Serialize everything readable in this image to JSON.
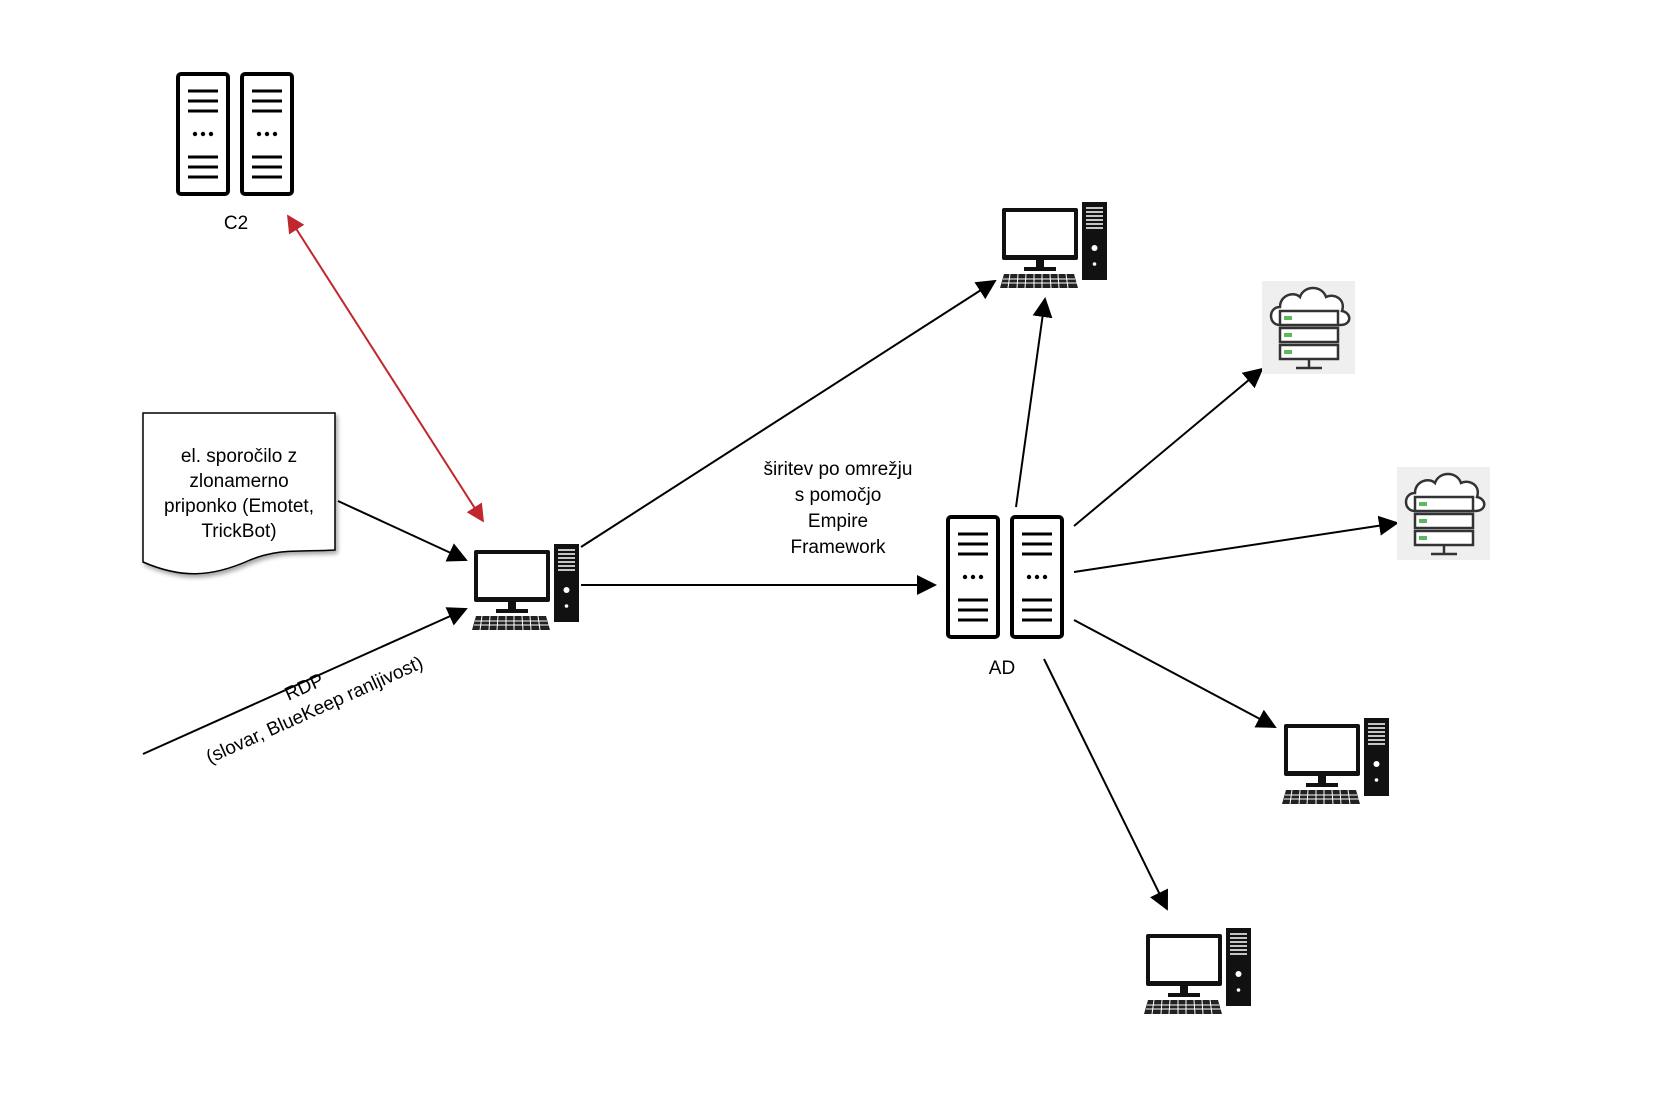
{
  "nodes": {
    "c2": {
      "label": "C2",
      "icon": "server-rack-icon"
    },
    "ad": {
      "label": "AD",
      "icon": "server-rack-icon"
    },
    "entry": {
      "icon": "desktop-computer-icon"
    },
    "top_workstation": {
      "icon": "desktop-computer-icon"
    },
    "right_workstation": {
      "icon": "desktop-computer-icon"
    },
    "bottom_workstation": {
      "icon": "desktop-computer-icon"
    },
    "cloud_server_1": {
      "icon": "cloud-server-icon"
    },
    "cloud_server_2": {
      "icon": "cloud-server-icon"
    }
  },
  "document": {
    "icon": "document-icon",
    "lines": [
      "el. sporočilo z",
      "zlonamerno",
      "priponko (Emotet,",
      "TrickBot)"
    ]
  },
  "labels": {
    "spread": [
      "širitev po omrežju",
      "s pomočjo",
      "Empire",
      "Framework"
    ],
    "rdp": [
      "RDP",
      "(slovar, BlueKeep ranljivost)"
    ]
  },
  "colors": {
    "c2_link": "#c1272d",
    "arrow": "#000000",
    "cloud_icon_bg": "#efefef",
    "cloud_led": "#5cb85c"
  }
}
